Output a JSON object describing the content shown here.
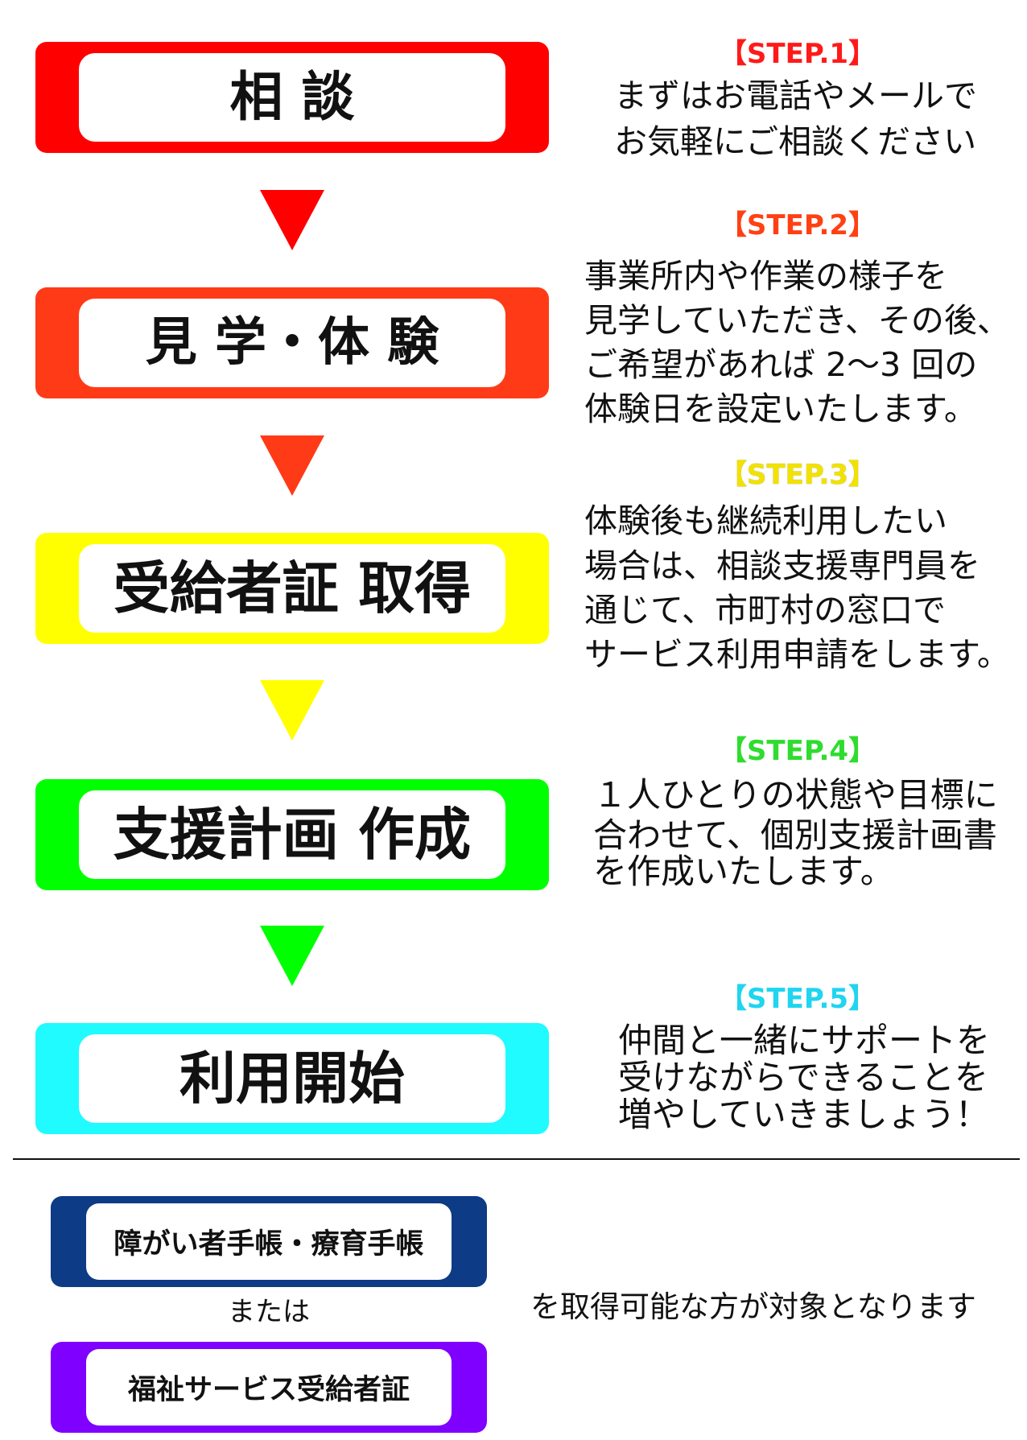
{
  "steps": [
    {
      "title": "相 談",
      "label": "【STEP.1】",
      "lines": [
        "まずはお電話やメールで",
        "お気軽にご相談ください"
      ],
      "color": "#ff0000",
      "label_color": "#ff1a1a"
    },
    {
      "title": "見 学・体 験",
      "label": "【STEP.2】",
      "lines": [
        "事業所内や作業の様子を",
        "見学していただき、その後、",
        "ご希望があれば 2～3 回の",
        "体験日を設定いたします。"
      ],
      "color": "#ff3b17",
      "label_color": "#ff4013"
    },
    {
      "title": "受給者証 取得",
      "label": "【STEP.3】",
      "lines": [
        "体験後も継続利用したい",
        "場合は、相談支援専門員を",
        "通じて、市町村の窓口で",
        "サービス利用申請をします。"
      ],
      "color": "#ffff00",
      "label_color": "#f2e200"
    },
    {
      "title": "支援計画 作成",
      "label": "【STEP.4】",
      "lines": [
        "１人ひとりの状態や目標に",
        "合わせて、個別支援計画書",
        "を作成いたします。"
      ],
      "color": "#00ff00",
      "label_color": "#2fdc2f"
    },
    {
      "title": "利用開始",
      "label": "【STEP.5】",
      "lines": [
        "仲間と一緒にサポートを",
        "受けながらできることを",
        "増やしていきましょう！"
      ],
      "color": "#1ffbff",
      "label_color": "#1fd5f0"
    }
  ],
  "eligibility": {
    "item1": "障がい者手帳・療育手帳",
    "item1_color": "#0d3b86",
    "or": "または",
    "item2": "福祉サービス受給者証",
    "item2_color": "#7f00ff",
    "note": "を取得可能な方が対象となります"
  }
}
